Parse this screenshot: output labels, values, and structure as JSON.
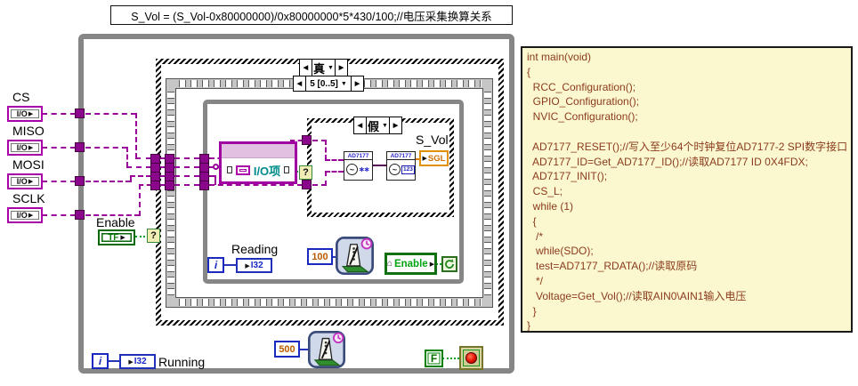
{
  "formula": "S_Vol = (S_Vol-0x80000000)/0x80000000*5*430/100;//电压采集换算关系",
  "io_controls": [
    {
      "label": "CS",
      "terminal": "I/O"
    },
    {
      "label": "MISO",
      "terminal": "I/O"
    },
    {
      "label": "MOSI",
      "terminal": "I/O"
    },
    {
      "label": "SCLK",
      "terminal": "I/O"
    }
  ],
  "enable_control": {
    "label": "Enable",
    "terminal": "TF"
  },
  "selectors": {
    "outer_case": "真",
    "sequence_frame": "5 [0..5]",
    "inner_case": "假",
    "selector_terminal": "?"
  },
  "io_item": {
    "label": "I/O项"
  },
  "ad7177_read": {
    "title": "AD7177",
    "wave": "~",
    "stars": "∗∗"
  },
  "ad7177_convert": {
    "title": "AD7177",
    "wave": "~",
    "badge": "123"
  },
  "s_vol": {
    "label": "S_Vol",
    "type": "SGL"
  },
  "reading": {
    "label": "Reading",
    "iteration": "i",
    "type": "I32"
  },
  "running": {
    "label": "Running",
    "iteration": "i",
    "type": "I32"
  },
  "wait_inner": {
    "value": "100"
  },
  "wait_outer": {
    "value": "500"
  },
  "enable_button": {
    "label": "Enable"
  },
  "stop_const": {
    "label": "F"
  },
  "icons": {
    "left": "◀",
    "right": "▶",
    "down": "▼",
    "out": "▶",
    "in": "▶",
    "house": "⌂"
  },
  "colors": {
    "wire_io_purple": "#990099",
    "wire_boolean_green": "#00a020",
    "wire_integer_blue": "#2535b5",
    "wire_float_orange": "#e08000",
    "structure_gray": "#868686",
    "terminal_magenta": "#aa00aa",
    "terminal_green": "#0a6a0a",
    "terminal_blue": "#1a2ac0",
    "terminal_orange_sgl": "#e09000",
    "code_panel_bg": "#fbf8cf",
    "code_text": "#8c3a1e",
    "stop_led_red": "#e41000"
  },
  "code_panel": {
    "lines": [
      "int main(void)",
      "{",
      "  RCC_Configuration();",
      "  GPIO_Configuration();",
      "  NVIC_Configuration();",
      "",
      "  AD7177_RESET();//写入至少64个时钟复位AD7177-2 SPI数字接口",
      "  AD7177_ID=Get_AD7177_ID();//读取AD7177 ID 0X4FDX;",
      "  AD7177_INIT();",
      "  CS_L;",
      "  while (1)",
      "  {",
      "   /*",
      "   while(SDO);",
      "   test=AD7177_RDATA();//读取原码",
      "   */",
      "   Voltage=Get_Vol();//读取AIN0\\AIN1输入电压",
      "  }",
      "}"
    ]
  }
}
